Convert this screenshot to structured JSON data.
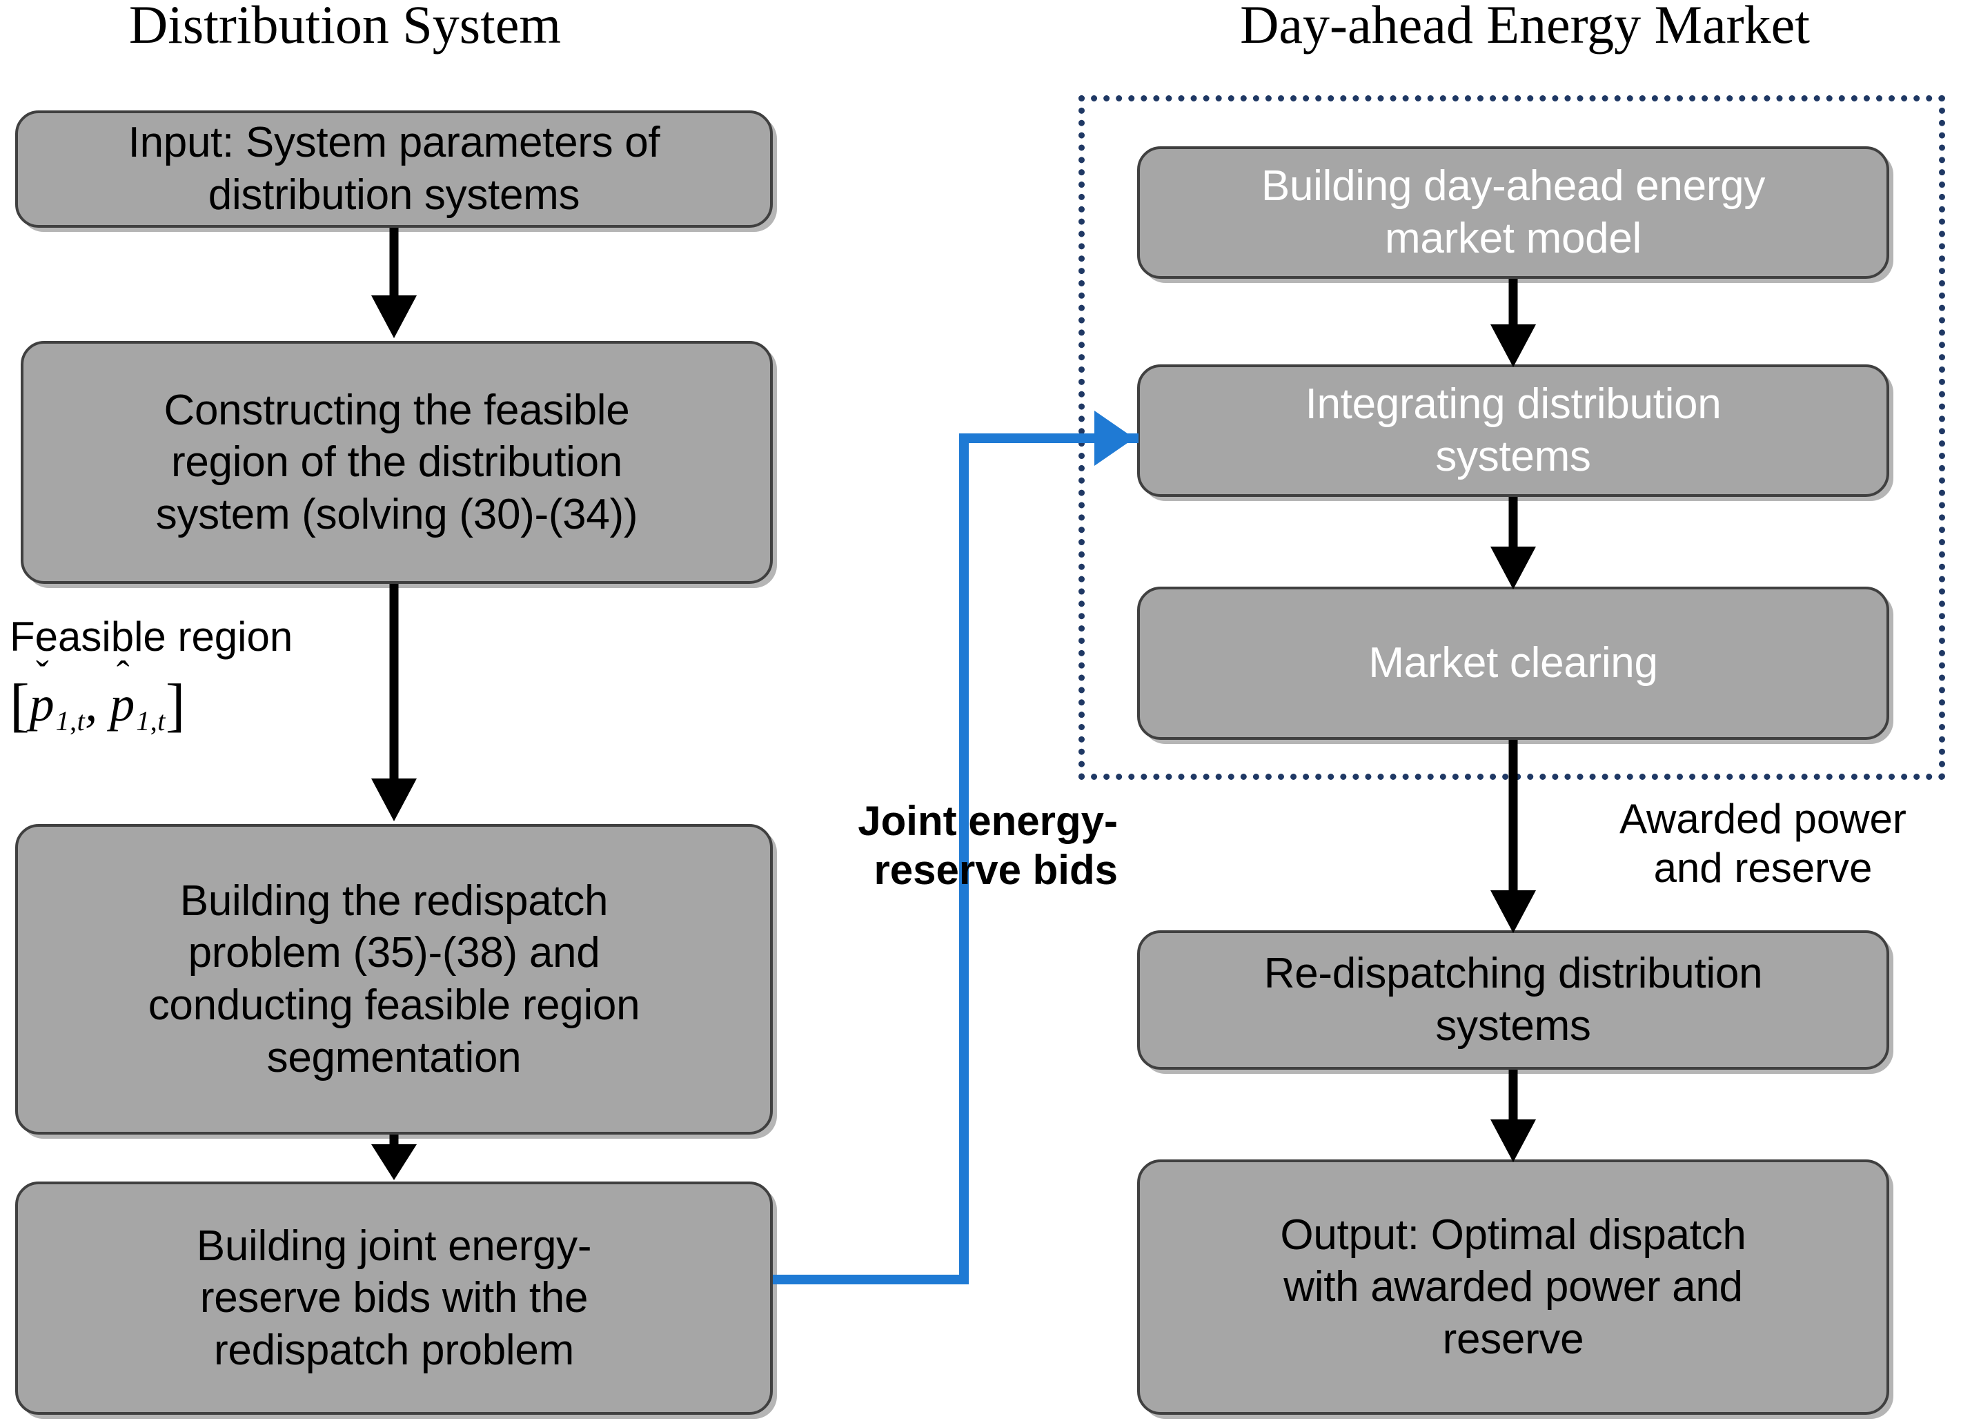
{
  "diagram": {
    "title_left": "Distribution System",
    "title_right": "Day-ahead Energy Market",
    "colors": {
      "box_fill": "#A6A6A6",
      "box_border": "#404040",
      "dotted_border": "#1F3864",
      "blue_connector": "#1F7AD4",
      "arrow_black": "#000000",
      "text_dark": "#000000",
      "text_light": "#FFFFFF",
      "background": "#FFFFFF"
    }
  },
  "left_column": {
    "boxes": [
      {
        "id": "input-parameters",
        "text": "Input: System parameters of\ndistribution systems"
      },
      {
        "id": "constructing-feasible-region",
        "text": "Constructing the feasible\nregion of the distribution\nsystem (solving (30)-(34))"
      },
      {
        "id": "building-redispatch-problem",
        "text": "Building the redispatch\nproblem (35)-(38) and\nconducting feasible region\nsegmentation"
      },
      {
        "id": "building-joint-bids",
        "text": "Building  joint energy-\nreserve bids with the\nredispatch problem"
      }
    ],
    "feasible_region_label": {
      "text": "Feasible region",
      "math": {
        "open_bracket": "[",
        "first_variable": "p",
        "first_accent": "caron",
        "first_subscript": "1,t",
        "separator": ",",
        "second_variable": "p",
        "second_accent": "hat",
        "second_subscript": "1,t",
        "close_bracket": "]",
        "plain": "[p̌1,t, p̂1,t]"
      }
    }
  },
  "right_column": {
    "dotted_group": {
      "label": "Day-ahead Energy Market",
      "boxes": [
        {
          "id": "building-market-model",
          "text": "Building day-ahead energy\nmarket model"
        },
        {
          "id": "integrating-distribution-systems",
          "text": "Integrating distribution\nsystems"
        },
        {
          "id": "market-clearing",
          "text": "Market clearing"
        }
      ]
    },
    "boxes_outside": [
      {
        "id": "re-dispatching-distribution-systems",
        "text": "Re-dispatching distribution\nsystems"
      },
      {
        "id": "output-optimal-dispatch",
        "text": "Output: Optimal dispatch\nwith awarded power and\nreserve"
      }
    ]
  },
  "connector_labels": {
    "joint_bids": "Joint energy-\nreserve bids",
    "awarded": "Awarded power\nand reserve"
  }
}
